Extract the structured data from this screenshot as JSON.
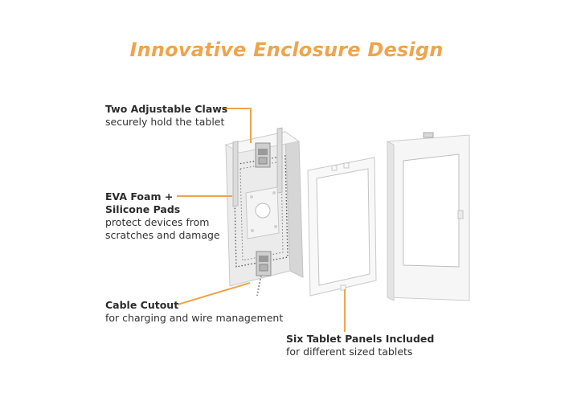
{
  "title": "Innovative Enclosure Design",
  "colors": {
    "accent": "#f0a44b",
    "text": "#2b2b2b",
    "panel": "#f3f3f3",
    "panel_edge": "#cfcfcf"
  },
  "callouts": [
    {
      "id": "claws",
      "heading": "Two Adjustable Claws",
      "description": [
        "securely hold the tablet"
      ]
    },
    {
      "id": "foam",
      "heading": [
        "EVA Foam +",
        "Silicone Pads"
      ],
      "description": [
        "protect devices from",
        "scratches and damage"
      ]
    },
    {
      "id": "cable",
      "heading": "Cable Cutout",
      "description": [
        "for charging and wire management"
      ]
    },
    {
      "id": "panels",
      "heading": "Six Tablet Panels Included",
      "description": [
        "for different sized tablets"
      ]
    }
  ]
}
